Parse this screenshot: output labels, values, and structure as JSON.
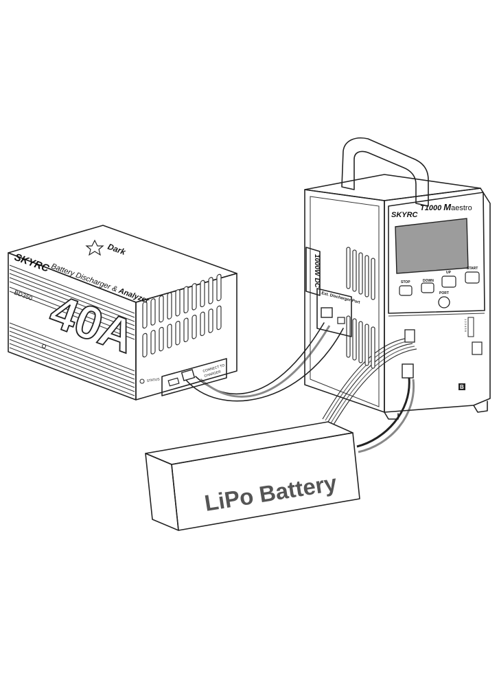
{
  "discharger": {
    "brand": "SKYRC",
    "logo_text": "Dark",
    "product_line": "Battery Discharger &",
    "product_line_bold": "Analyzer",
    "model": "BD350",
    "current_rating": "40A",
    "status_label": "STATUS",
    "connect_label_1": "CONNECT TO",
    "connect_label_2": "CHARGER"
  },
  "charger": {
    "brand": "SKYRC",
    "model": "T1000",
    "model_suffix": "aestro",
    "model_m": "M",
    "side_text": "1000W DC",
    "port_label": "Ext. Discharger Port",
    "buttons": {
      "stop": "STOP",
      "down": "DOWN",
      "up": "UP",
      "start": "START",
      "port": "PORT"
    },
    "balance_numbers": "1 2 3 4 5 6",
    "port_b": "B"
  },
  "battery": {
    "label": "LiPo Battery"
  },
  "colors": {
    "ink": "#222222",
    "screen": "#9c9c9c",
    "battery_text": "#555555"
  }
}
